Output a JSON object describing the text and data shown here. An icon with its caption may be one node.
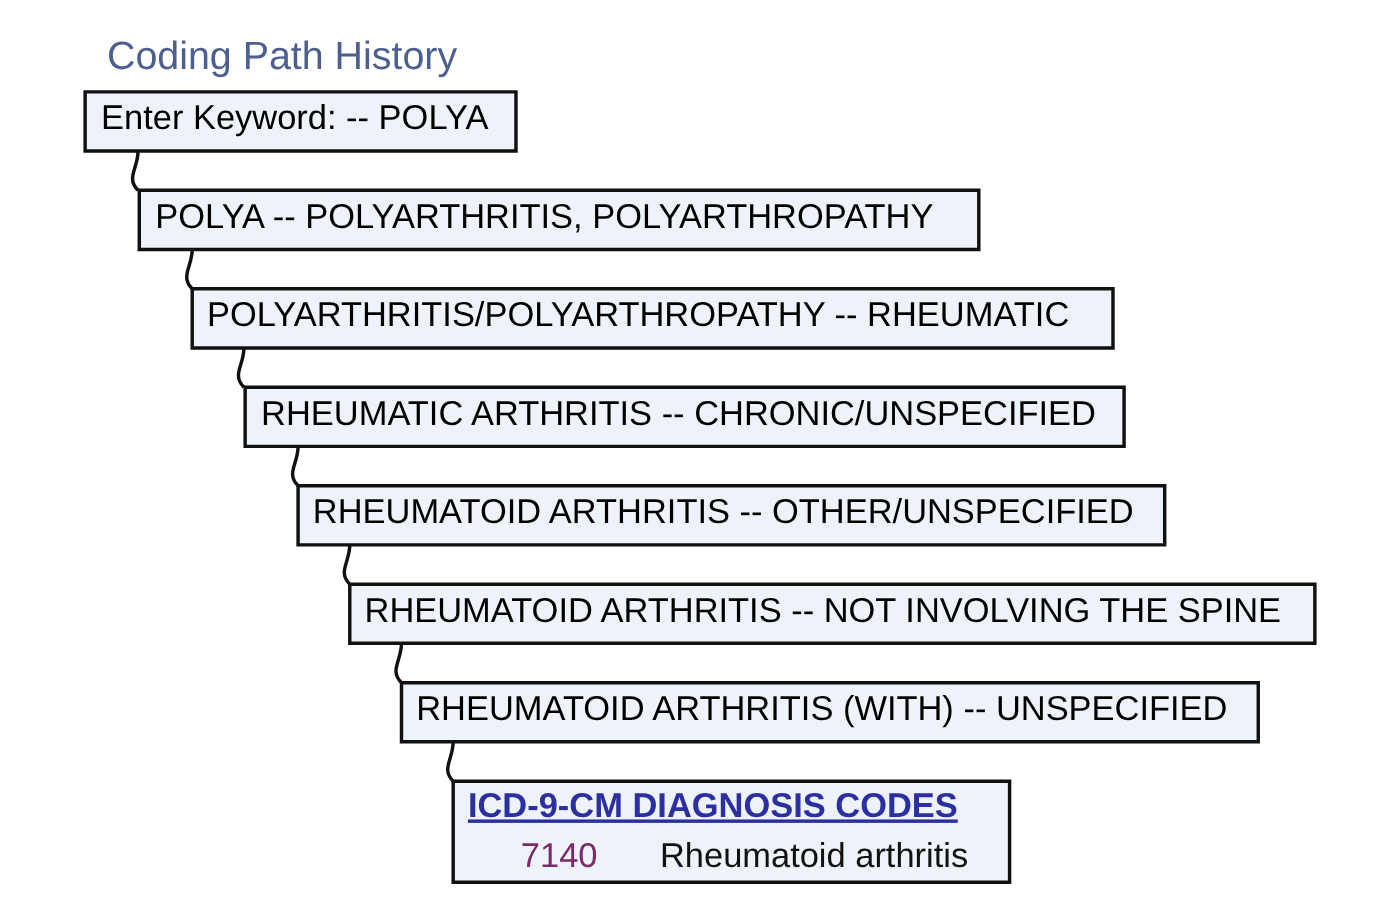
{
  "diagram": {
    "title": "Coding Path History",
    "nodes": [
      {
        "text": [
          "Enter Keyword: -- POLYA"
        ]
      },
      {
        "text": [
          "POLYA -- POLYARTHRITIS, POLYARTHROPATHY"
        ]
      },
      {
        "text": [
          "POLYARTHRITIS/POLYARTHROPATHY -- RHEUMATIC"
        ]
      },
      {
        "text": [
          "RHEUMATIC ARTHRITIS -- CHRONIC/UNSPECIFIED"
        ]
      },
      {
        "text": [
          "RHEUMATOID ARTHRITIS -- OTHER/UNSPECIFIED"
        ]
      },
      {
        "text": [
          "RHEUMATOID ARTHRITIS -- NOT INVOLVING THE SPINE"
        ]
      },
      {
        "text": [
          "RHEUMATOID ARTHRITIS (WITH) -- UNSPECIFIED"
        ]
      },
      {
        "text": [
          "ICD-9-CM DIAGNOSIS CODES",
          "7140",
          "Rheumatoid arthritis"
        ]
      }
    ],
    "edges": [
      {
        "from": 0,
        "to": 1,
        "arrow": "none"
      },
      {
        "from": 1,
        "to": 2,
        "arrow": "none"
      },
      {
        "from": 2,
        "to": 3,
        "arrow": "none"
      },
      {
        "from": 3,
        "to": 4,
        "arrow": "none"
      },
      {
        "from": 4,
        "to": 5,
        "arrow": "none"
      },
      {
        "from": 5,
        "to": 6,
        "arrow": "none"
      },
      {
        "from": 6,
        "to": 7,
        "arrow": "none"
      }
    ]
  }
}
